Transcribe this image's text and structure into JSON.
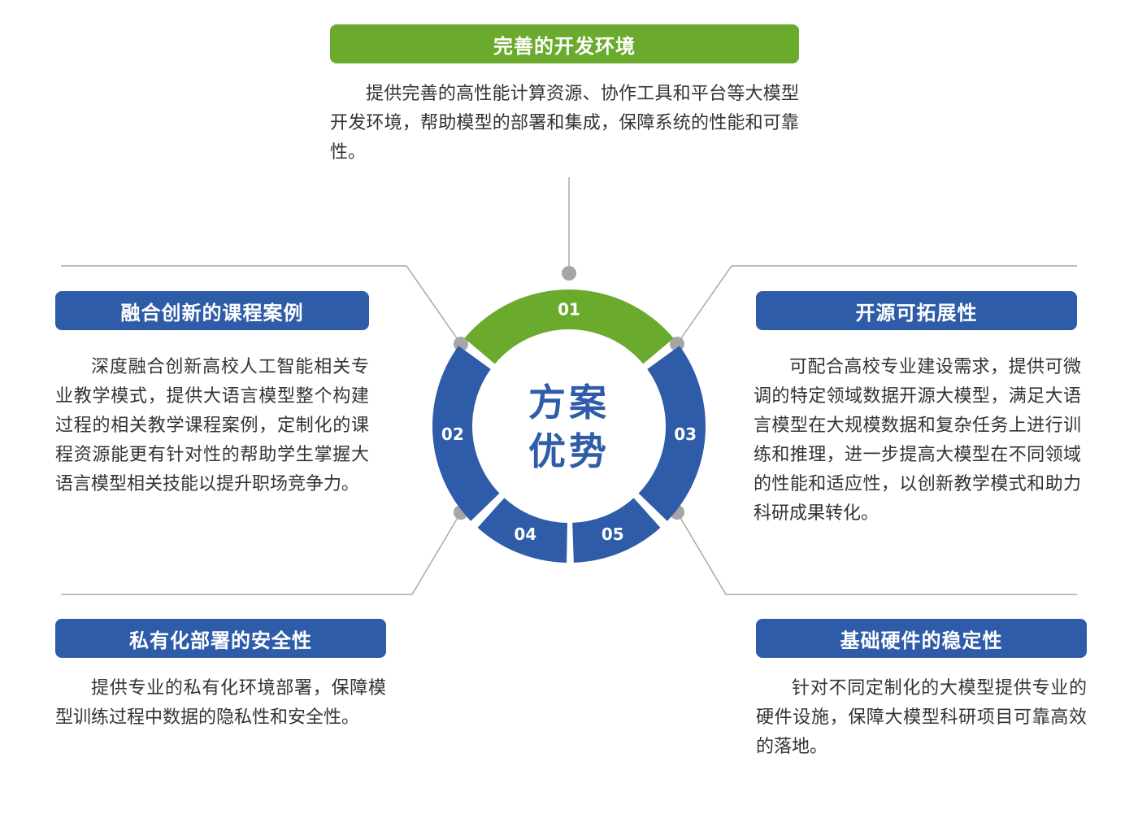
{
  "center": {
    "line1": "方案",
    "line2": "优势"
  },
  "colors": {
    "green": "#6aaa2c",
    "blue": "#2f5ca8",
    "line": "#a8a8a8",
    "dot": "#a6a6a6"
  },
  "segments": [
    {
      "num": "01",
      "color": "#6aaa2c"
    },
    {
      "num": "02",
      "color": "#2f5ca8"
    },
    {
      "num": "03",
      "color": "#2f5ca8"
    },
    {
      "num": "04",
      "color": "#2f5ca8"
    },
    {
      "num": "05",
      "color": "#2f5ca8"
    }
  ],
  "cards": {
    "top": {
      "title": "完善的开发环境",
      "text": "提供完善的高性能计算资源、协作工具和平台等大模型开发环境，帮助模型的部署和集成，保障系统的性能和可靠性。"
    },
    "left_upper": {
      "title": "融合创新的课程案例",
      "text": "深度融合创新高校人工智能相关专业教学模式，提供大语言模型整个构建过程的相关教学课程案例，定制化的课程资源能更有针对性的帮助学生掌握大语言模型相关技能以提升职场竞争力。"
    },
    "right_upper": {
      "title": "开源可拓展性",
      "text": "可配合高校专业建设需求，提供可微调的特定领域数据开源大模型，满足大语言模型在大规模数据和复杂任务上进行训练和推理，进一步提高大模型在不同领域的性能和适应性，以创新教学模式和助力科研成果转化。"
    },
    "left_lower": {
      "title": "私有化部署的安全性",
      "text": "提供专业的私有化环境部署，保障模型训练过程中数据的隐私性和安全性。"
    },
    "right_lower": {
      "title": "基础硬件的稳定性",
      "text": "针对不同定制化的大模型提供专业的硬件设施，保障大模型科研项目可靠高效的落地。"
    }
  }
}
